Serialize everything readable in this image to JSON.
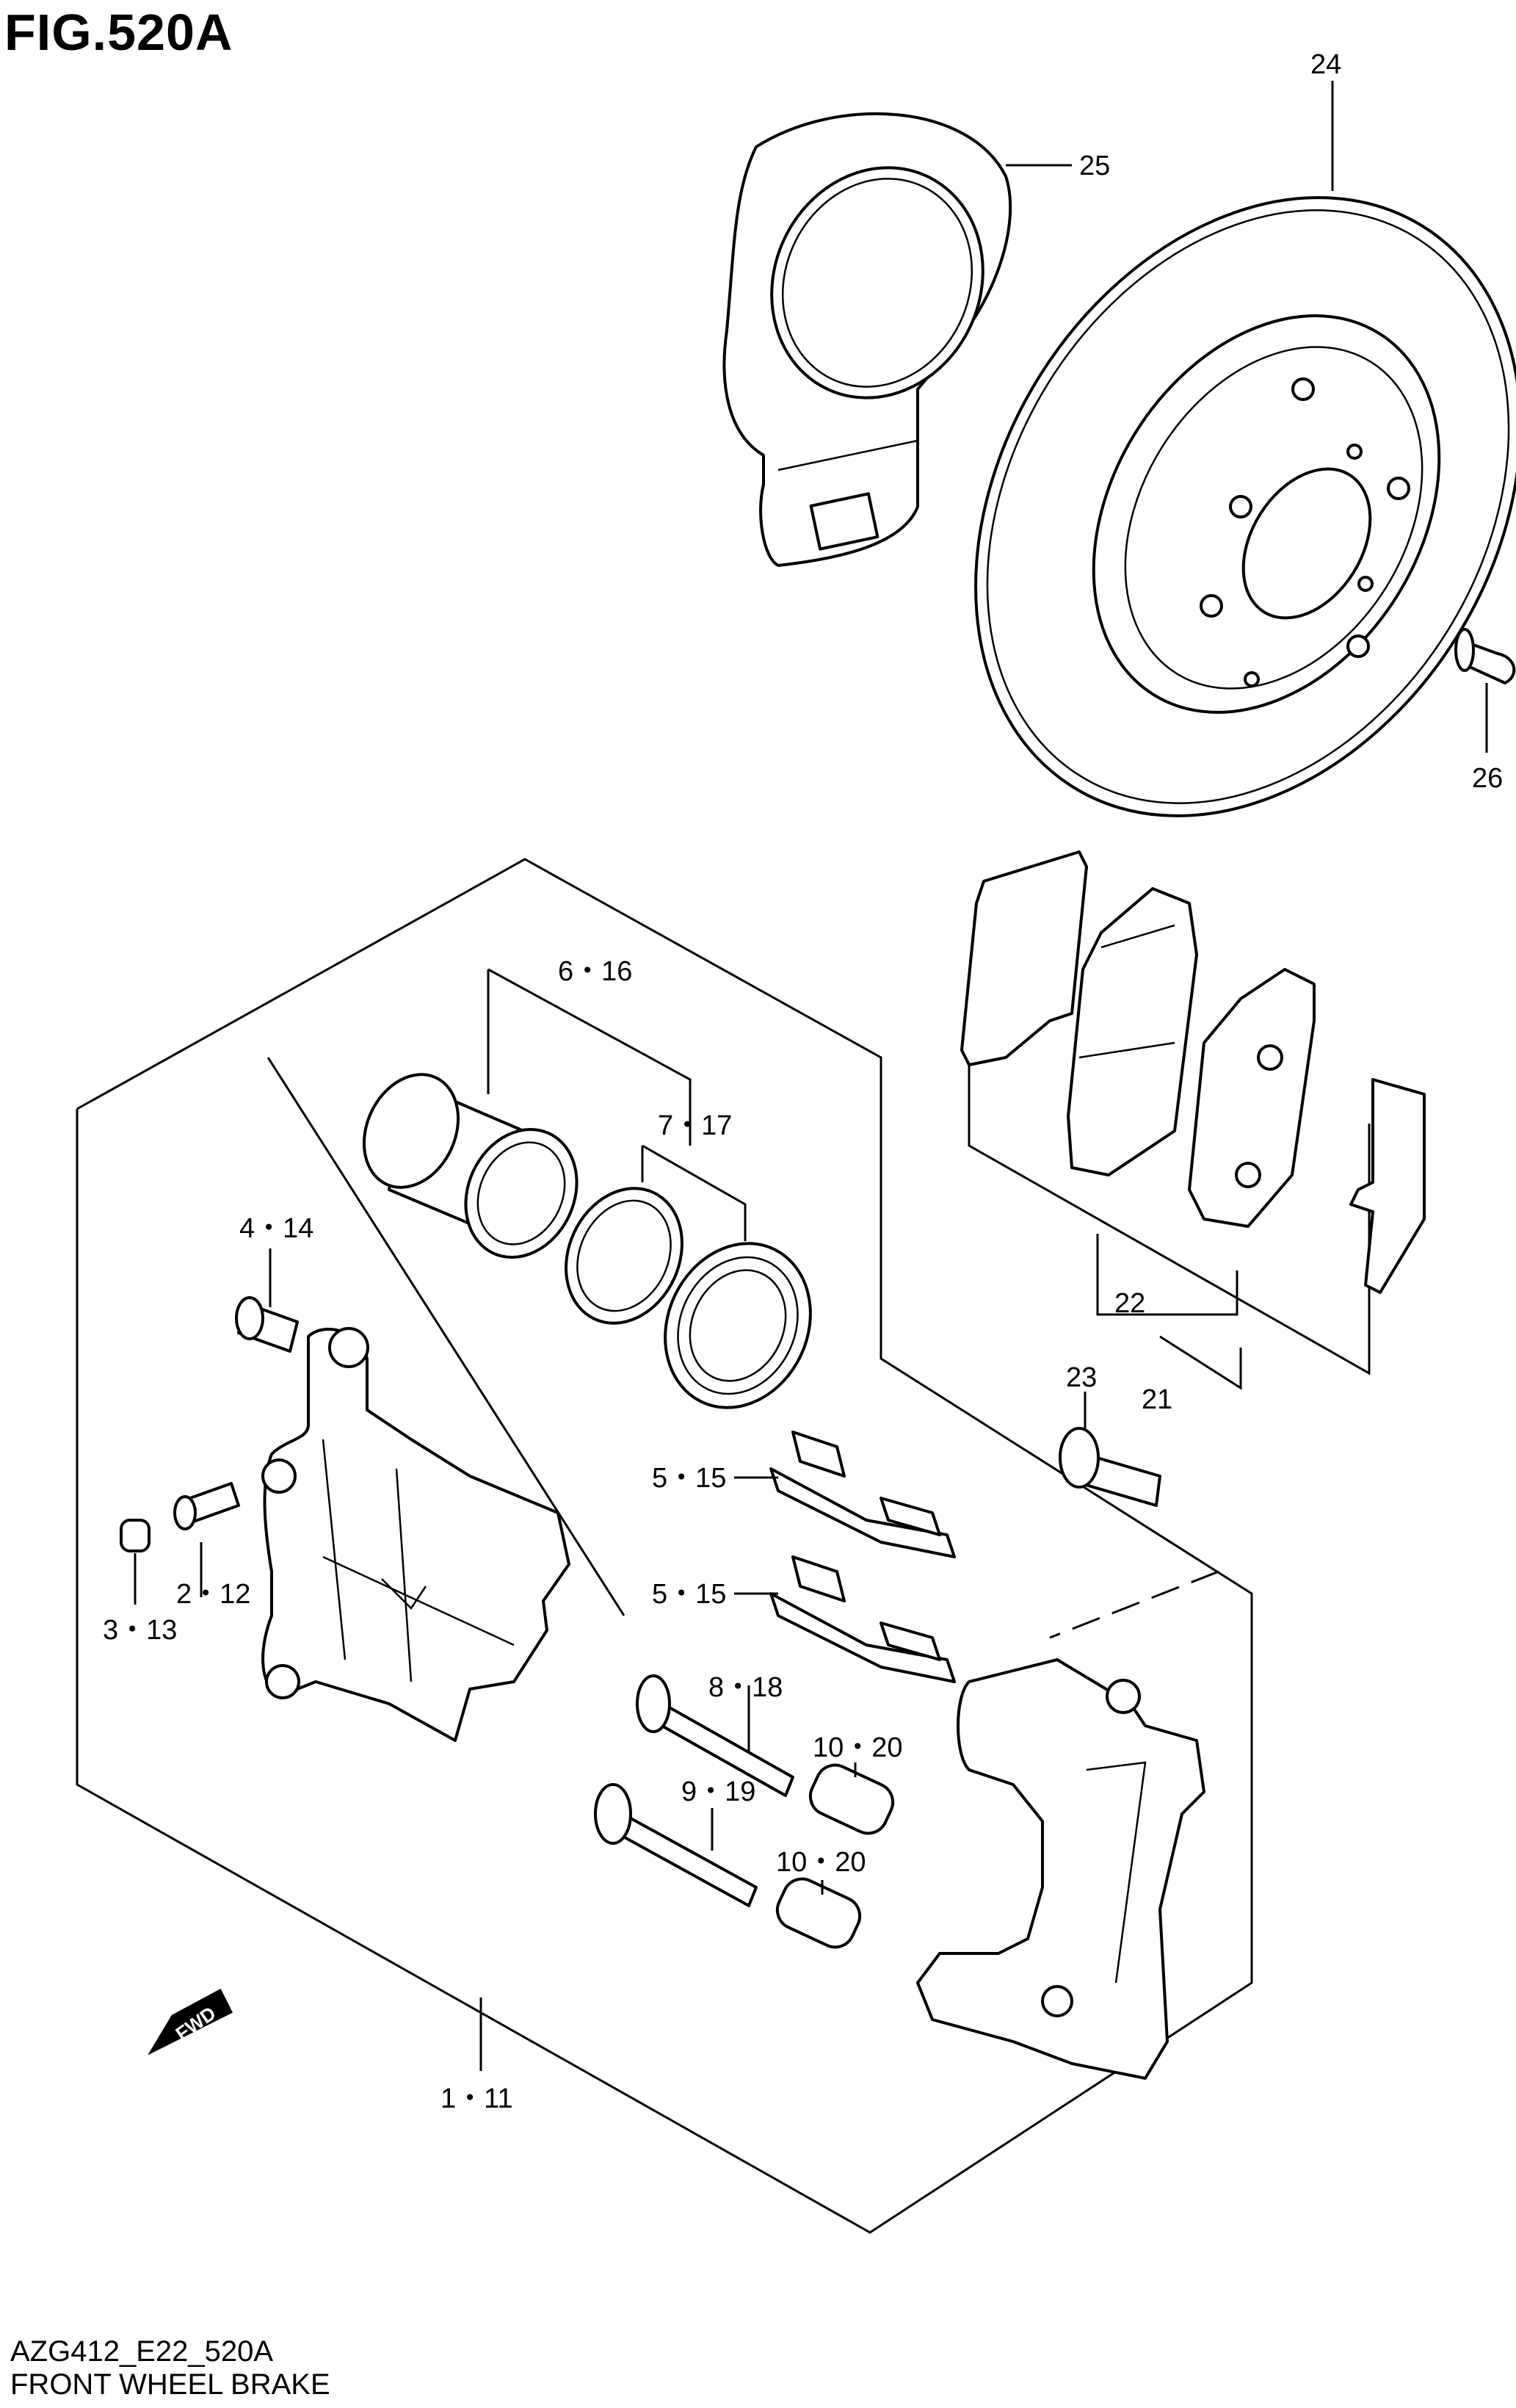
{
  "figure": {
    "title": "FIG.520A",
    "code": "AZG412_E22_520A",
    "name": "FRONT WHEEL BRAKE"
  },
  "callouts": {
    "c24": "24",
    "c25": "25",
    "c26": "26",
    "c6_16": "6・16",
    "c7_17": "7・17",
    "c4_14": "4・14",
    "c22": "22",
    "c23": "23",
    "c21": "21",
    "c5_15a": "5・15",
    "c5_15b": "5・15",
    "c2_12": "2・12",
    "c3_13": "3・13",
    "c8_18": "8・18",
    "c10_20a": "10・20",
    "c9_19": "9・19",
    "c10_20b": "10・20",
    "c1_11": "1・11"
  },
  "badge": {
    "fwd": "FWD"
  }
}
